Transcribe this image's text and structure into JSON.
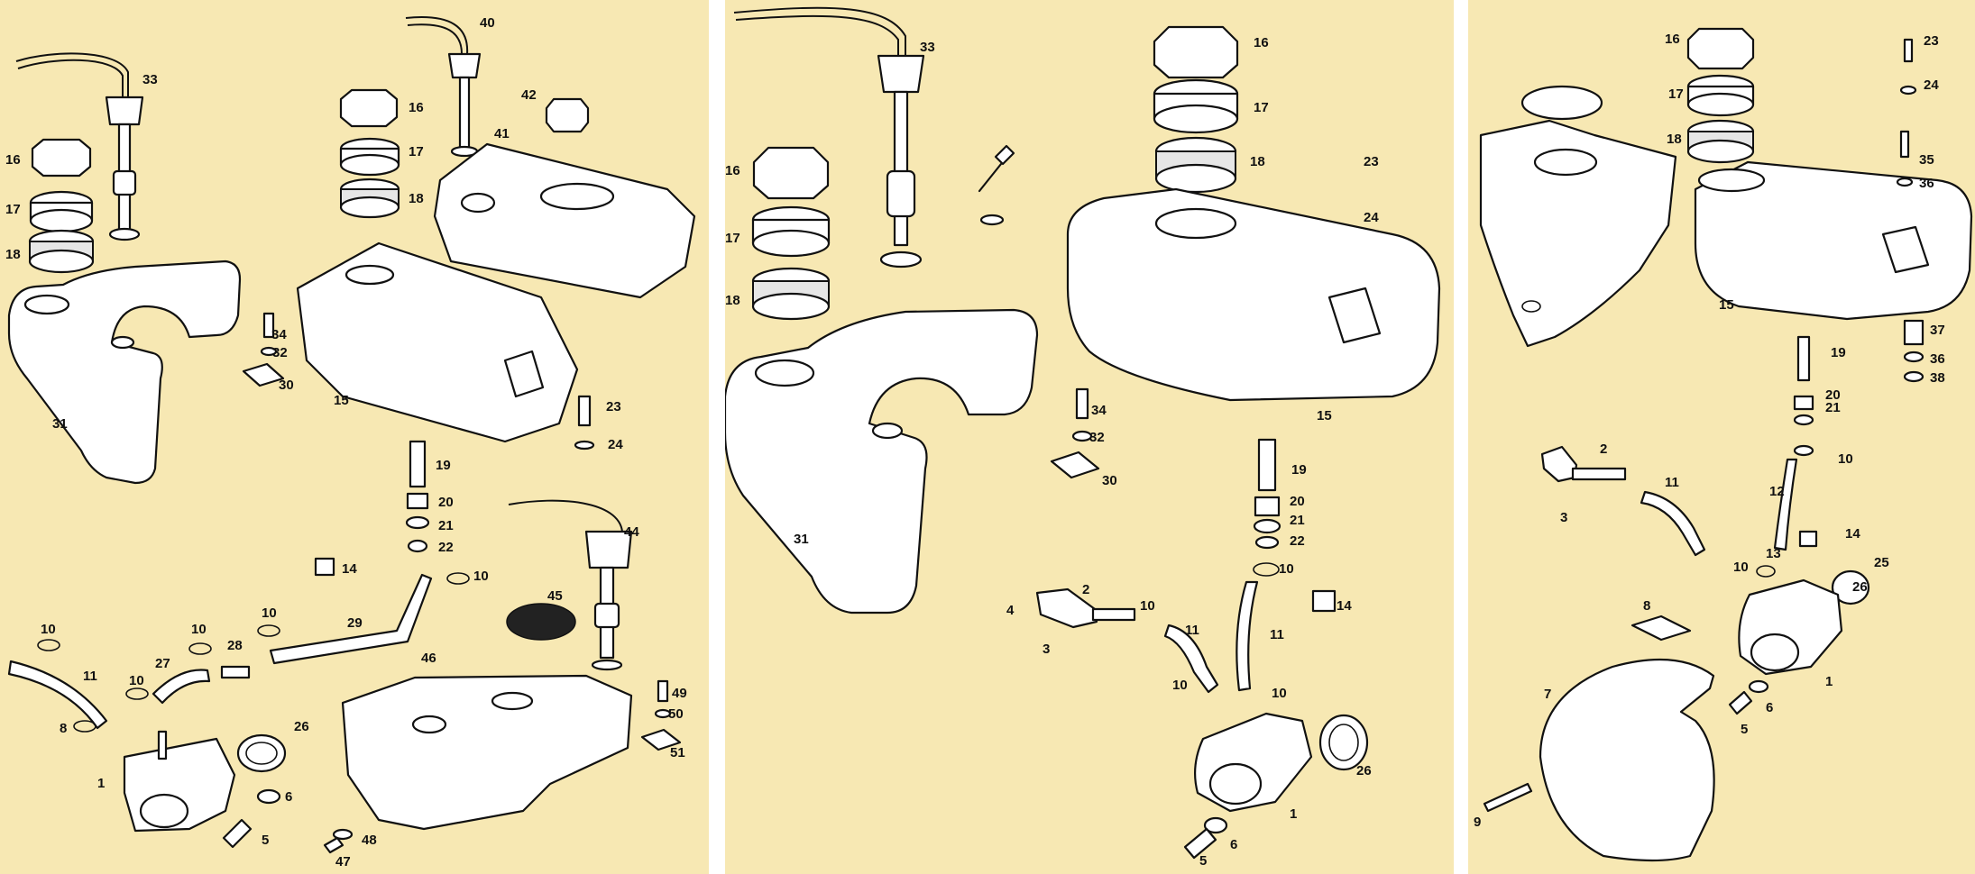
{
  "panels": [
    {
      "labels": [
        {
          "t": "40"
        },
        {
          "t": "33"
        },
        {
          "t": "42"
        },
        {
          "t": "16"
        },
        {
          "t": "41"
        },
        {
          "t": "16"
        },
        {
          "t": "17"
        },
        {
          "t": "17"
        },
        {
          "t": "18"
        },
        {
          "t": "18"
        },
        {
          "t": "34"
        },
        {
          "t": "32"
        },
        {
          "t": "30"
        },
        {
          "t": "15"
        },
        {
          "t": "31"
        },
        {
          "t": "23"
        },
        {
          "t": "24"
        },
        {
          "t": "19"
        },
        {
          "t": "20"
        },
        {
          "t": "21"
        },
        {
          "t": "22"
        },
        {
          "t": "14"
        },
        {
          "t": "10"
        },
        {
          "t": "44"
        },
        {
          "t": "45"
        },
        {
          "t": "29"
        },
        {
          "t": "10"
        },
        {
          "t": "10"
        },
        {
          "t": "10"
        },
        {
          "t": "28"
        },
        {
          "t": "27"
        },
        {
          "t": "11"
        },
        {
          "t": "10"
        },
        {
          "t": "46"
        },
        {
          "t": "49"
        },
        {
          "t": "50"
        },
        {
          "t": "51"
        },
        {
          "t": "26"
        },
        {
          "t": "8"
        },
        {
          "t": "1"
        },
        {
          "t": "6"
        },
        {
          "t": "5"
        },
        {
          "t": "48"
        },
        {
          "t": "47"
        }
      ]
    },
    {
      "labels": [
        {
          "t": "33"
        },
        {
          "t": "16"
        },
        {
          "t": "16"
        },
        {
          "t": "17"
        },
        {
          "t": "17"
        },
        {
          "t": "18"
        },
        {
          "t": "18"
        },
        {
          "t": "23"
        },
        {
          "t": "24"
        },
        {
          "t": "34"
        },
        {
          "t": "32"
        },
        {
          "t": "30"
        },
        {
          "t": "15"
        },
        {
          "t": "31"
        },
        {
          "t": "19"
        },
        {
          "t": "20"
        },
        {
          "t": "21"
        },
        {
          "t": "22"
        },
        {
          "t": "10"
        },
        {
          "t": "14"
        },
        {
          "t": "2"
        },
        {
          "t": "4"
        },
        {
          "t": "3"
        },
        {
          "t": "10"
        },
        {
          "t": "11"
        },
        {
          "t": "11"
        },
        {
          "t": "10"
        },
        {
          "t": "10"
        },
        {
          "t": "26"
        },
        {
          "t": "1"
        },
        {
          "t": "6"
        },
        {
          "t": "5"
        }
      ]
    },
    {
      "labels": [
        {
          "t": "16"
        },
        {
          "t": "23"
        },
        {
          "t": "24"
        },
        {
          "t": "17"
        },
        {
          "t": "18"
        },
        {
          "t": "35"
        },
        {
          "t": "36"
        },
        {
          "t": "15"
        },
        {
          "t": "37"
        },
        {
          "t": "36"
        },
        {
          "t": "38"
        },
        {
          "t": "19"
        },
        {
          "t": "20"
        },
        {
          "t": "21"
        },
        {
          "t": "10"
        },
        {
          "t": "2"
        },
        {
          "t": "11"
        },
        {
          "t": "12"
        },
        {
          "t": "3"
        },
        {
          "t": "14"
        },
        {
          "t": "13"
        },
        {
          "t": "10"
        },
        {
          "t": "25"
        },
        {
          "t": "26"
        },
        {
          "t": "8"
        },
        {
          "t": "1"
        },
        {
          "t": "7"
        },
        {
          "t": "6"
        },
        {
          "t": "5"
        },
        {
          "t": "9"
        }
      ]
    }
  ]
}
